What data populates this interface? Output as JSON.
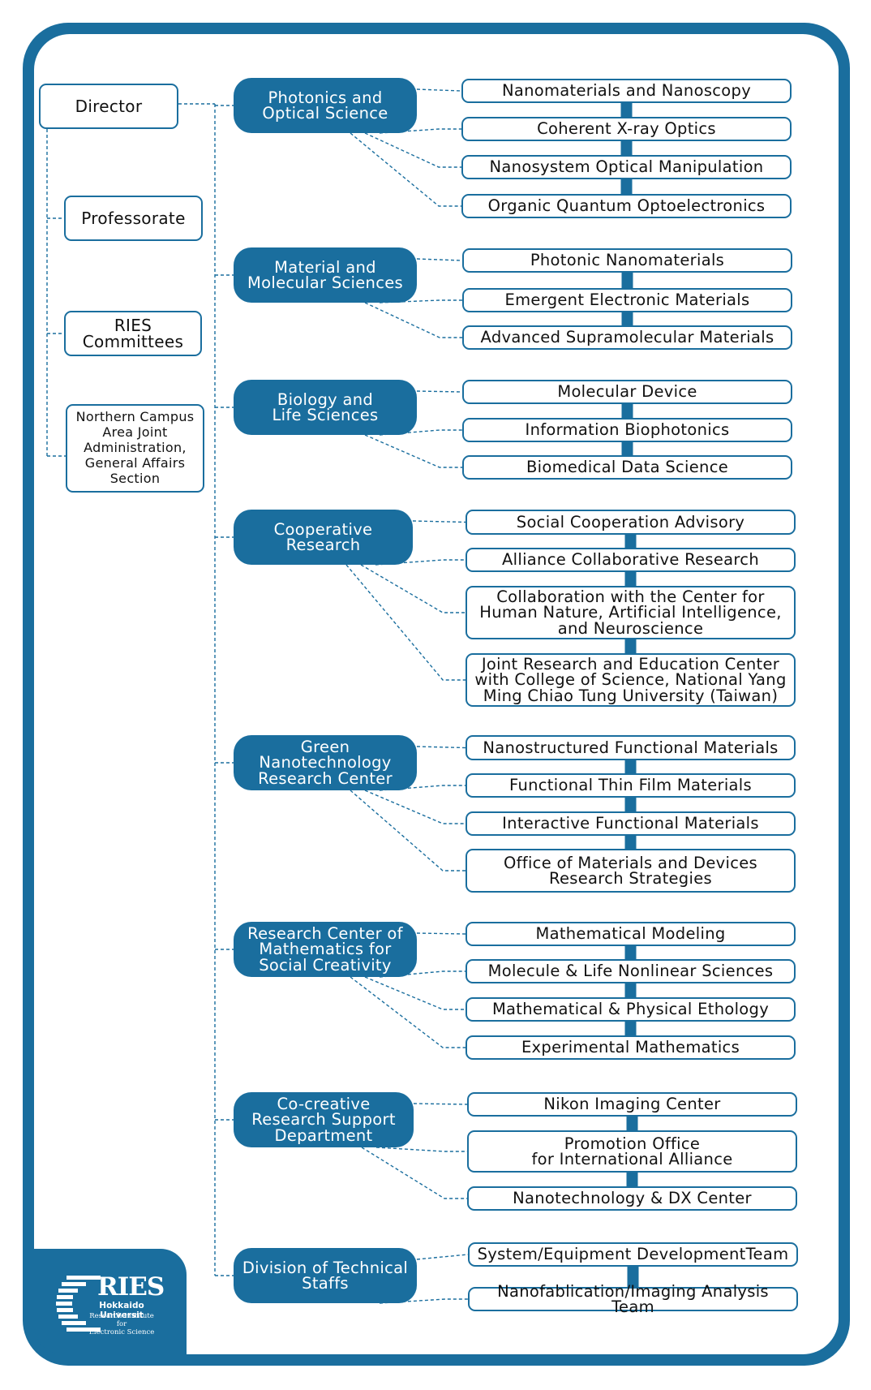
{
  "left_column": [
    {
      "id": "director",
      "label": "Director"
    },
    {
      "id": "professorate",
      "label": "Professorate"
    },
    {
      "id": "ries-committees",
      "label": "RIES\nCommittees"
    },
    {
      "id": "northern-campus",
      "label": "Northern Campus\nArea Joint\nAdministration,\nGeneral Affairs\nSection"
    }
  ],
  "units": [
    {
      "label": "Photonics and\nOptical Science",
      "subunits": [
        "Nanomaterials and Nanoscopy",
        "Coherent X-ray Optics",
        "Nanosystem Optical Manipulation",
        "Organic Quantum Optoelectronics"
      ]
    },
    {
      "label": "Material and\nMolecular Sciences",
      "subunits": [
        "Photonic Nanomaterials",
        "Emergent Electronic Materials",
        "Advanced Supramolecular Materials"
      ]
    },
    {
      "label": "Biology and\nLife Sciences",
      "subunits": [
        "Molecular Device",
        "Information Biophotonics",
        "Biomedical Data Science"
      ]
    },
    {
      "label": "Cooperative\nResearch",
      "subunits": [
        "Social Cooperation Advisory",
        "Alliance Collaborative Research",
        "Collaboration with the Center for\nHuman Nature, Artificial Intelligence,\nand Neuroscience",
        "Joint Research and Education Center\nwith College of Science, National Yang\nMing Chiao Tung University (Taiwan)"
      ]
    },
    {
      "label": "Green Nanotechnology\nResearch Center",
      "subunits": [
        "Nanostructured Functional Materials",
        "Functional Thin Film Materials",
        "Interactive Functional Materials",
        "Office of Materials and Devices\nResearch Strategies"
      ]
    },
    {
      "label": "Research Center of\nMathematics for\nSocial Creativity",
      "subunits": [
        "Mathematical Modeling",
        "Molecule & Life Nonlinear Sciences",
        "Mathematical & Physical Ethology",
        "Experimental Mathematics"
      ]
    },
    {
      "label": "Co-creative\nResearch Support\nDepartment",
      "subunits": [
        "Nikon Imaging Center",
        "Promotion Office\nfor International Alliance",
        "Nanotechnology & DX Center"
      ]
    },
    {
      "label": "Division of Technical\nStaffs",
      "subunits": [
        "System/Equipment DevelopmentTeam",
        "Nanofablication/Imaging Analysis Team"
      ]
    }
  ],
  "logo": {
    "name": "RIES",
    "university": "Hokkaido Universit",
    "line1": "Research Institute",
    "line2": "for",
    "line3": "Electronic Science"
  },
  "colors": {
    "primary": "#1a6e9e",
    "background": "#ffffff",
    "text": "#111111"
  }
}
